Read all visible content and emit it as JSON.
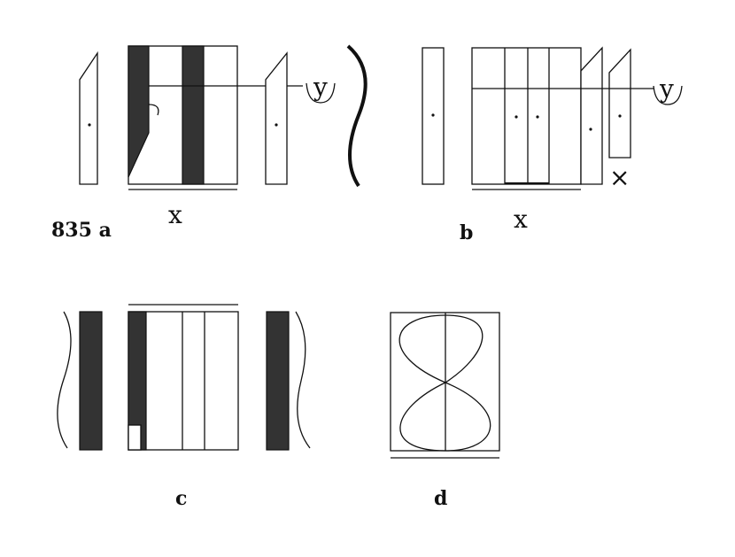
{
  "labels": {
    "fig_a": "835 a",
    "fig_b": "b",
    "fig_c": "c",
    "fig_d": "d"
  },
  "symbols": {
    "y_a": "y",
    "x_a": "x",
    "y_b": "y",
    "x_b": "x",
    "cross_b": "×"
  }
}
